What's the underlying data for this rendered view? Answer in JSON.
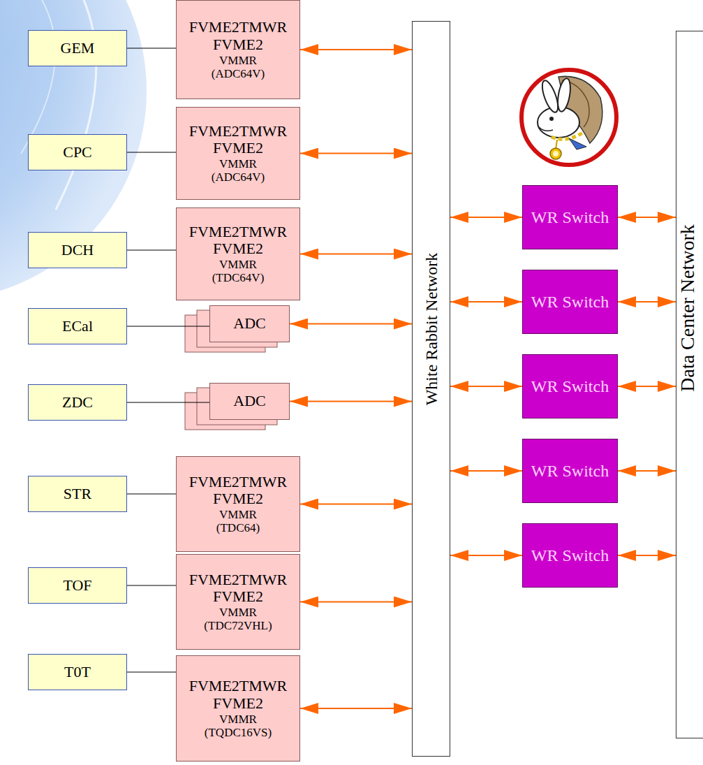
{
  "diagram": {
    "nodes": [
      {
        "text": [
          "GEM"
        ]
      },
      {
        "text": [
          "FVME2TMWR",
          "FVME2",
          "VMMR",
          "(ADC64V)"
        ]
      },
      {
        "text": [
          "CPC"
        ]
      },
      {
        "text": [
          "FVME2TMWR",
          "FVME2",
          "VMMR",
          "(ADC64V)"
        ]
      },
      {
        "text": [
          "DCH"
        ]
      },
      {
        "text": [
          "FVME2TMWR",
          "FVME2",
          "VMMR",
          "(TDC64V)"
        ]
      },
      {
        "text": [
          "ECal"
        ]
      },
      {
        "text": [
          "ADC"
        ]
      },
      {
        "text": [
          "ZDC"
        ]
      },
      {
        "text": [
          "ADC"
        ]
      },
      {
        "text": [
          "STR"
        ]
      },
      {
        "text": [
          "FVME2TMWR",
          "FVME2",
          "VMMR",
          "(TDC64)"
        ]
      },
      {
        "text": [
          "TOF"
        ]
      },
      {
        "text": [
          "FVME2TMWR",
          "FVME2",
          "VMMR",
          "(TDC72VHL)"
        ]
      },
      {
        "text": [
          "T0T"
        ]
      },
      {
        "text": [
          "FVME2TMWR",
          "FVME2",
          "VMMR",
          "(TQDC16VS)"
        ]
      },
      {
        "text": [
          "White Rabbit Network"
        ]
      },
      {
        "text": [
          "WR Switch"
        ]
      },
      {
        "text": [
          "WR Switch"
        ]
      },
      {
        "text": [
          "WR Switch"
        ]
      },
      {
        "text": [
          "WR Switch"
        ]
      },
      {
        "text": [
          "WR Switch"
        ]
      },
      {
        "text": [
          "Data Center Network"
        ]
      }
    ],
    "edges": [
      {
        "from": 0,
        "to": 1,
        "arrow": "none"
      },
      {
        "from": 1,
        "to": 16,
        "arrow": "both"
      },
      {
        "from": 2,
        "to": 3,
        "arrow": "none"
      },
      {
        "from": 3,
        "to": 16,
        "arrow": "both"
      },
      {
        "from": 4,
        "to": 5,
        "arrow": "none"
      },
      {
        "from": 5,
        "to": 16,
        "arrow": "both"
      },
      {
        "from": 6,
        "to": 7,
        "arrow": "none"
      },
      {
        "from": 7,
        "to": 16,
        "arrow": "both"
      },
      {
        "from": 8,
        "to": 9,
        "arrow": "none"
      },
      {
        "from": 9,
        "to": 16,
        "arrow": "both"
      },
      {
        "from": 10,
        "to": 11,
        "arrow": "none"
      },
      {
        "from": 11,
        "to": 16,
        "arrow": "both"
      },
      {
        "from": 12,
        "to": 13,
        "arrow": "none"
      },
      {
        "from": 13,
        "to": 16,
        "arrow": "both"
      },
      {
        "from": 14,
        "to": 15,
        "arrow": "none"
      },
      {
        "from": 15,
        "to": 16,
        "arrow": "both"
      },
      {
        "from": 16,
        "to": 17,
        "arrow": "both"
      },
      {
        "from": 16,
        "to": 18,
        "arrow": "both"
      },
      {
        "from": 16,
        "to": 19,
        "arrow": "both"
      },
      {
        "from": 16,
        "to": 20,
        "arrow": "both"
      },
      {
        "from": 16,
        "to": 21,
        "arrow": "both"
      },
      {
        "from": 17,
        "to": 22,
        "arrow": "both"
      },
      {
        "from": 18,
        "to": 22,
        "arrow": "both"
      },
      {
        "from": 19,
        "to": 22,
        "arrow": "both"
      },
      {
        "from": 20,
        "to": 22,
        "arrow": "both"
      },
      {
        "from": 21,
        "to": 22,
        "arrow": "both"
      }
    ]
  }
}
